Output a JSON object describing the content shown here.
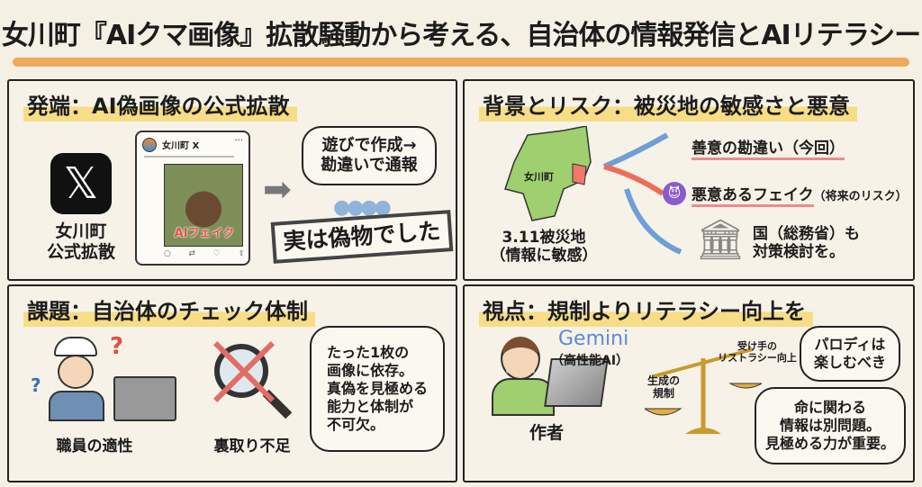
{
  "title": "女川町『AIクマ画像』拡散騒動から考える、自治体の情報発信とAIリテラシー",
  "panel1": {
    "heading": "発端：AI偽画像の公式拡散",
    "x_label": "女川町\n公式拡散",
    "post_account": "女川町 X",
    "post_menu": "···",
    "image_label": "AIフェイク",
    "bubble": "遊びで作成→\n勘違いで通報",
    "stamp": "実は偽物でした"
  },
  "panel2": {
    "heading": "背景とリスク：被災地の敏感さと悪意",
    "map_label": "女川町",
    "map_caption": "3.11被災地\n（情報に敏感）",
    "item1": "善意の勘違い（今回）",
    "item2_main": "悪意あるフェイク",
    "item2_note": "（将来のリスク）",
    "item3": "国（総務省）も\n対策検討を。"
  },
  "panel3": {
    "heading": "課題：自治体のチェック体制",
    "worker_label": "職員の適性",
    "magnifier_label": "裏取り不足",
    "bubble": "たった1枚の\n画像に依存。\n真偽を見極める\n能力と体制が\n不可欠。"
  },
  "panel4": {
    "heading": "視点：規制よりリテラシー向上を",
    "gemini": "Gemini",
    "gemini_note": "（高性能AI）",
    "author": "作者",
    "scale_left": "生成の\n規制",
    "scale_right": "受け手の\nリストラシー向上",
    "bubble1": "パロディは\n楽しむべき",
    "bubble2": "命に関わる\n情報は別問題。\n見極める力が重要。"
  },
  "colors": {
    "accent": "#f0a85a",
    "highlight": "#f6dd86",
    "red": "#ef6b5b",
    "blue": "#6e9fd6"
  }
}
